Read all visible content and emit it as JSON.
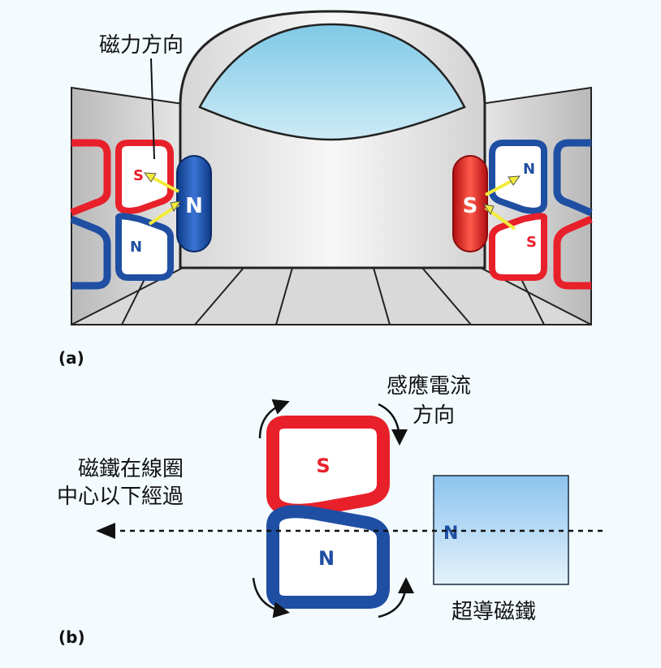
{
  "panel_a": {
    "panel_label": "(a)",
    "force_direction_label": "磁力方向",
    "vehicle_magnet_left_pole": "N",
    "vehicle_magnet_right_pole": "S",
    "left_coil_top_pole": "S",
    "left_coil_bottom_pole": "N",
    "right_coil_top_pole": "N",
    "right_coil_bottom_pole": "S"
  },
  "panel_b": {
    "panel_label": "(b)",
    "induced_current_label_line1": "感應電流",
    "induced_current_label_line2": "方向",
    "magnet_path_label_line1": "磁鐵在線圈",
    "magnet_path_label_line2": "中心以下經過",
    "coil_top_pole": "S",
    "coil_bottom_pole": "N",
    "magnet_pole": "N",
    "magnet_label": "超導磁鐵"
  },
  "colors": {
    "north": "#1f4fa3",
    "south": "#e8202a",
    "arrow": "#f2ec3a"
  }
}
